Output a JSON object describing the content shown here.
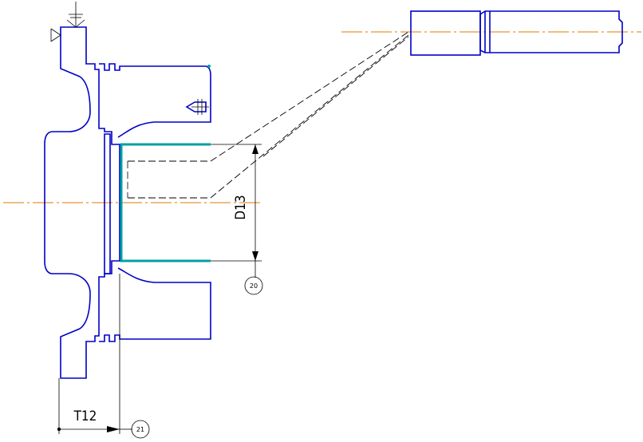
{
  "dimensions": [
    {
      "id": "d13",
      "label": "D13"
    },
    {
      "id": "t12",
      "label": "T12"
    }
  ],
  "callouts": [
    {
      "id": "c20",
      "label": "20"
    },
    {
      "id": "c21",
      "label": "21"
    }
  ],
  "colors": {
    "part_outline": "#0000c8",
    "axis_line": "#e07800",
    "machined_surface": "#00a0a0",
    "annotation": "#000000"
  },
  "symbols": [
    "locating-support-icon",
    "clamping-force-icon",
    "drill-point-icon",
    "boring-tool-icon"
  ]
}
